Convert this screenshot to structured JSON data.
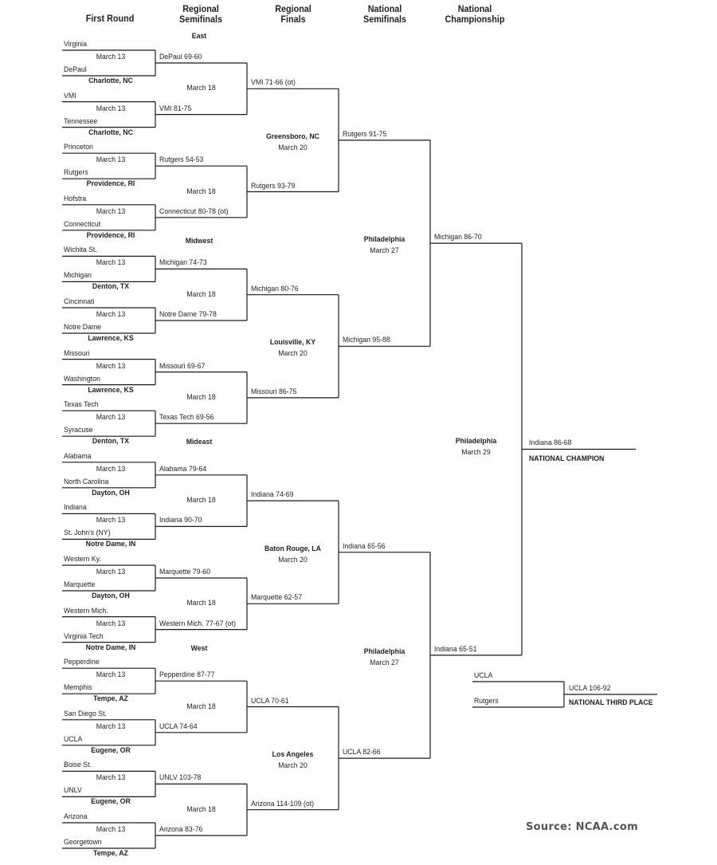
{
  "headers": {
    "first_round": "First Round",
    "regional_semifinals": "Regional\nSemifinals",
    "regional_finals": "Regional\nFinals",
    "national_semifinals": "National\nSemifinals",
    "national_championship": "National\nChampionship"
  },
  "regions": {
    "east": "East",
    "midwest": "Midwest",
    "mideast": "Mideast",
    "west": "West"
  },
  "first_round": {
    "date": "March 13",
    "pods": [
      {
        "team1": "Virginia",
        "team2": "DePaul",
        "winner": "DePaul 69-60",
        "site": "Charlotte, NC"
      },
      {
        "team1": "VMI",
        "team2": "Tennessee",
        "winner": "VMI 81-75",
        "site": "Charlotte, NC"
      },
      {
        "team1": "Princeton",
        "team2": "Rutgers",
        "winner": "Rutgers 54-53",
        "site": "Providence, RI"
      },
      {
        "team1": "Hofstra",
        "team2": "Connecticut",
        "winner": "Connecticut 80-78 (ot)",
        "site": "Providence, RI"
      },
      {
        "team1": "Wichita St.",
        "team2": "Michigan",
        "winner": "Michigan 74-73",
        "site": "Denton, TX"
      },
      {
        "team1": "Cincinnati",
        "team2": "Notre Dame",
        "winner": "Notre Dame 79-78",
        "site": "Lawrence, KS"
      },
      {
        "team1": "Missouri",
        "team2": "Washington",
        "winner": "Missouri 69-67",
        "site": "Lawrence, KS"
      },
      {
        "team1": "Texas Tech",
        "team2": "Syracuse",
        "winner": "Texas Tech 69-56",
        "site": "Denton, TX"
      },
      {
        "team1": "Alabama",
        "team2": "North Carolina",
        "winner": "Alabama 79-64",
        "site": "Dayton, OH"
      },
      {
        "team1": "Indiana",
        "team2": "St. John's (NY)",
        "winner": "Indiana 90-70",
        "site": "Notre Dame, IN"
      },
      {
        "team1": "Western Ky.",
        "team2": "Marquette",
        "winner": "Marquette 79-60",
        "site": "Dayton, OH"
      },
      {
        "team1": "Western Mich.",
        "team2": "Virginia Tech",
        "winner": "Western Mich. 77-67 (ot)",
        "site": "Notre Dame, IN"
      },
      {
        "team1": "Pepperdine",
        "team2": "Memphis",
        "winner": "Pepperdine 87-77",
        "site": "Tempe, AZ"
      },
      {
        "team1": "San Diego St.",
        "team2": "UCLA",
        "winner": "UCLA 74-64",
        "site": "Eugene, OR"
      },
      {
        "team1": "Boise St.",
        "team2": "UNLV",
        "winner": "UNLV 103-78",
        "site": "Eugene, OR"
      },
      {
        "team1": "Arizona",
        "team2": "Georgetown",
        "winner": "Arizona 83-76",
        "site": "Tempe, AZ"
      }
    ]
  },
  "regional_semifinals": {
    "date": "March 18",
    "games": [
      {
        "winner": "VMI 71-66 (ot)"
      },
      {
        "winner": "Rutgers 93-79"
      },
      {
        "winner": "Michigan 80-76"
      },
      {
        "winner": "Missouri 86-75"
      },
      {
        "winner": "Indiana 74-69"
      },
      {
        "winner": "Marquette 62-57"
      },
      {
        "winner": "UCLA 70-61"
      },
      {
        "winner": "Arizona 114-109 (ot)"
      }
    ]
  },
  "regional_finals": {
    "date": "March 20",
    "games": [
      {
        "winner": "Rutgers 91-75",
        "site": "Greensboro, NC"
      },
      {
        "winner": "Michigan 95-88",
        "site": "Louisville, KY"
      },
      {
        "winner": "Indiana 65-56",
        "site": "Baton Rouge, LA"
      },
      {
        "winner": "UCLA 82-66",
        "site": "Los Angeles"
      }
    ]
  },
  "national_semifinals": {
    "date": "March 27",
    "games": [
      {
        "winner": "Michigan 86-70",
        "site": "Philadelphia"
      },
      {
        "winner": "Indiana 65-51",
        "site": "Philadelphia"
      }
    ]
  },
  "championship": {
    "site": "Philadelphia",
    "date": "March 29",
    "winner": "Indiana 86-68",
    "label": "NATIONAL CHAMPION"
  },
  "third_place": {
    "team1": "UCLA",
    "team2": "Rutgers",
    "winner": "UCLA 106-92",
    "label": "NATIONAL THIRD PLACE"
  },
  "source": "Source: NCAA.com"
}
